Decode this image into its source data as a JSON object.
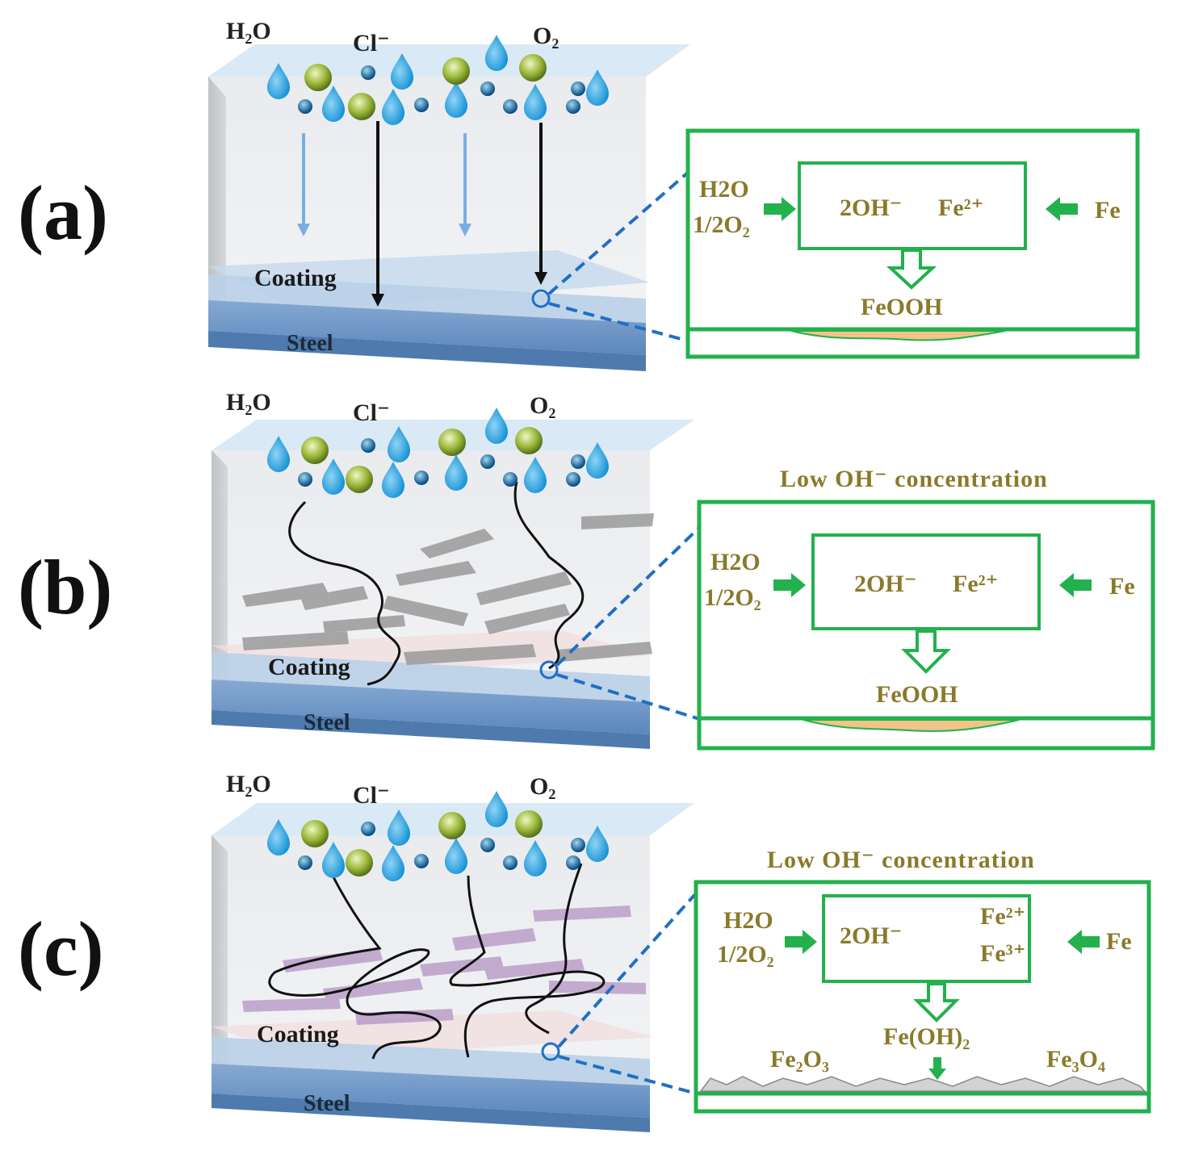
{
  "panels": [
    {
      "label": "(a)",
      "h2o": "H₂O",
      "cl": "Cl⁻",
      "o2": "O₂",
      "coating": "Coating",
      "steel": "Steel",
      "detail": {
        "concentration": "",
        "h2o": "H2O",
        "o2": "1/2O₂",
        "oh": "2OH⁻",
        "fe2": "Fe²⁺",
        "fe3": "",
        "fe": "Fe",
        "product": "FeOOH",
        "fe2o3": "",
        "fe3o4": ""
      }
    },
    {
      "label": "(b)",
      "h2o": "H₂O",
      "cl": "Cl⁻",
      "o2": "O₂",
      "coating": "Coating",
      "steel": "Steel",
      "detail": {
        "concentration": "Low  OH⁻ concentration",
        "h2o": "H2O",
        "o2": "1/2O₂",
        "oh": "2OH⁻",
        "fe2": "Fe²⁺",
        "fe3": "",
        "fe": "Fe",
        "product": "FeOOH",
        "fe2o3": "",
        "fe3o4": ""
      }
    },
    {
      "label": "(c)",
      "h2o": "H₂O",
      "cl": "Cl⁻",
      "o2": "O₂",
      "coating": "Coating",
      "steel": "Steel",
      "detail": {
        "concentration": "Low    OH⁻   concentration",
        "h2o": "H2O",
        "o2": "1/2O₂",
        "oh": "2OH⁻",
        "fe2": "Fe²⁺",
        "fe3": "Fe³⁺",
        "fe": "Fe",
        "product": "Fe(OH)₂",
        "fe2o3": "Fe₂O₃",
        "fe3o4": "Fe₃O₄"
      }
    }
  ],
  "colors": {
    "green": "#22b14c",
    "olive_text": "#8a7a2a",
    "steel": "#5f8fc4",
    "coating": "#c9dcef",
    "dash": "#1f6fc5",
    "rust": "#f2c38b"
  }
}
